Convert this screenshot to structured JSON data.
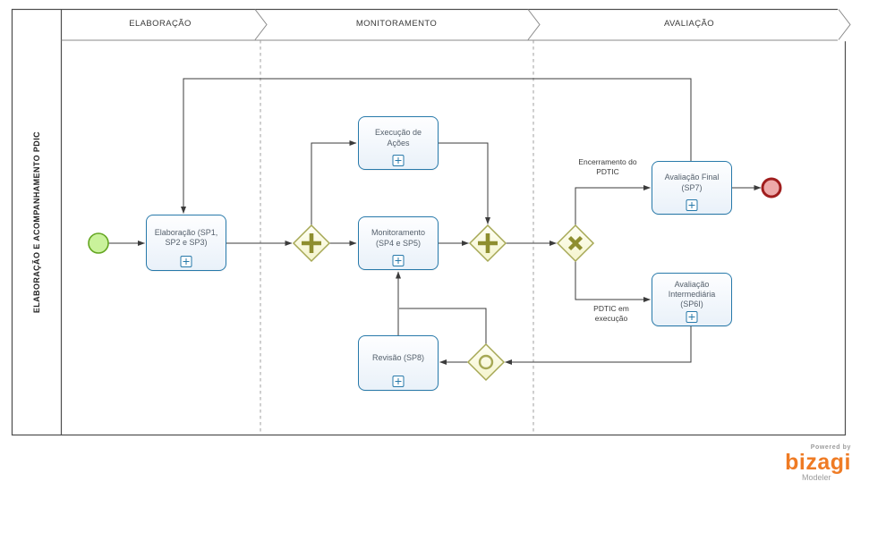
{
  "pool": {
    "title": "ELABORAÇÃO E ACOMPANHAMENTO PDIC"
  },
  "milestones": [
    "ELABORAÇÃO",
    "MONITORAMENTO",
    "AVALIAÇÃO"
  ],
  "tasks": {
    "elaboracao": "Elaboração (SP1, SP2 e SP3)",
    "execucao": "Execução de Ações",
    "monitoramento": "Monitoramento (SP4 e SP5)",
    "avaliacao_final": "Avaliação Final (SP7)",
    "avaliacao_intermediaria": "Avaliação Intermediária (SP6I)",
    "revisao": "Revisão (SP8)"
  },
  "flow_labels": {
    "encerramento": "Encerramento do PDTIC",
    "pdtic_execucao": "PDTIC em execução"
  },
  "branding": {
    "powered_by": "Powered by",
    "name": "bizagi",
    "product": "Modeler"
  },
  "colors": {
    "task_border": "#2779AA",
    "gateway_stroke": "#A6A855",
    "gateway_marker": "#8E8E2F",
    "start_event_stroke": "#64A621",
    "start_event_fill": "#C9F29B",
    "end_event_stroke": "#A01D1D",
    "end_event_fill": "#EDA9A9",
    "brand_orange": "#EF7B24",
    "connector": "#3B3B3B"
  }
}
